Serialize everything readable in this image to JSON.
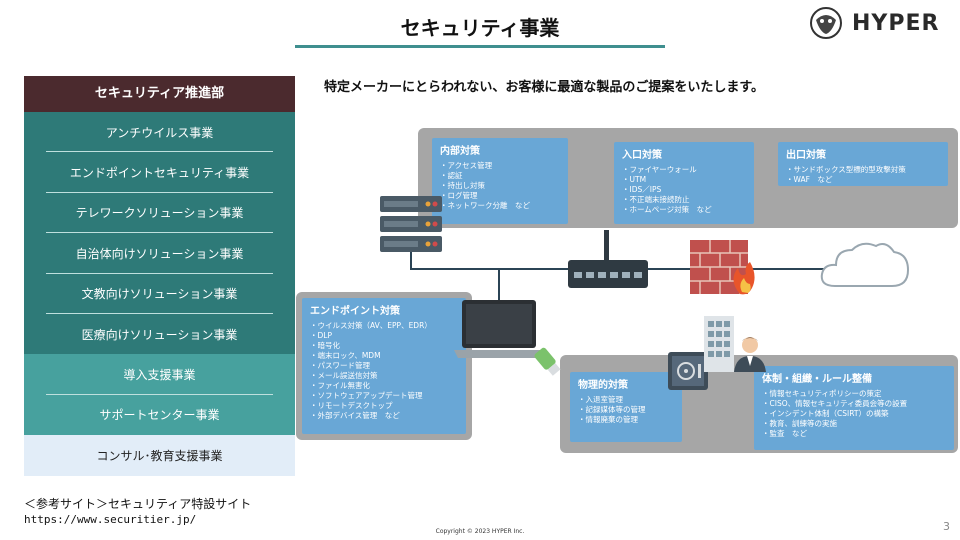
{
  "header": {
    "title": "セキュリティ事業",
    "logo_text": "HYPER"
  },
  "menu": {
    "heading": "セキュリティア推進部",
    "items": [
      "アンチウイルス事業",
      "エンドポイントセキュリティ事業",
      "テレワークソリューション事業",
      "自治体向けソリューション事業",
      "文教向けソリューション事業",
      "医療向けソリューション事業",
      "導入支援事業",
      "サポートセンター事業",
      "コンサル･教育支援事業"
    ]
  },
  "intro": "特定メーカーにとらわれない、お客様に最適な製品のご提案をいたします。",
  "boxes": {
    "internal": {
      "title": "内部対策",
      "items": [
        "・アクセス管理",
        "・認証",
        "・持出し対策",
        "・ログ管理",
        "・ネットワーク分離　など"
      ]
    },
    "entrance": {
      "title": "入口対策",
      "items": [
        "・ファイヤーウォール",
        "・UTM",
        "・IDS／IPS",
        "・不正端末接続防止",
        "・ホームページ対策　など"
      ]
    },
    "exit": {
      "title": "出口対策",
      "items": [
        "・サンドボックス型標的型攻撃対策",
        "・WAF　など"
      ]
    },
    "endpoint": {
      "title": "エンドポイント対策",
      "items": [
        "・ウイルス対策（AV、EPP、EDR）",
        "・DLP",
        "・暗号化",
        "・端末ロック、MDM",
        "・パスワード管理",
        "・メール誤送信対策",
        "・ファイル無害化",
        "・ソフトウェアアップデート管理",
        "・リモートデスクトップ",
        "・外部デバイス管理　など"
      ]
    },
    "physical": {
      "title": "物理的対策",
      "items": [
        "・入退室管理",
        "・記録媒体等の管理",
        "・情報廃棄の管理"
      ]
    },
    "governance": {
      "title": "体制・組織・ルール整備",
      "items": [
        "・情報セキュリティポリシーの策定",
        "・CISO、情報セキュリティ委員会等の設置",
        "・インシデント体制（CSIRT）の構築",
        "・教育、訓練等の実施",
        "・監査　など"
      ]
    }
  },
  "footer": {
    "reference_label": "＜参考サイト＞セキュリティア特設サイト",
    "reference_url": "https://www.securitier.jp/",
    "copyright": "Copyright © 2023 HYPER Inc.",
    "page_number": "3"
  },
  "colors": {
    "menu_heading": "#4b2a2e",
    "menu_dark": "#2e7a78",
    "menu_mid": "#47a19e",
    "menu_light": "#e2edf8",
    "box": "#69a7d6",
    "panel": "#a6a6a6",
    "title_underline": "#3f8f8f"
  },
  "icons": [
    "hyper-logo-icon",
    "server-icon",
    "router-icon",
    "firewall-icon",
    "cloud-icon",
    "laptop-icon",
    "usb-icon",
    "safe-icon",
    "building-icon",
    "person-icon"
  ]
}
